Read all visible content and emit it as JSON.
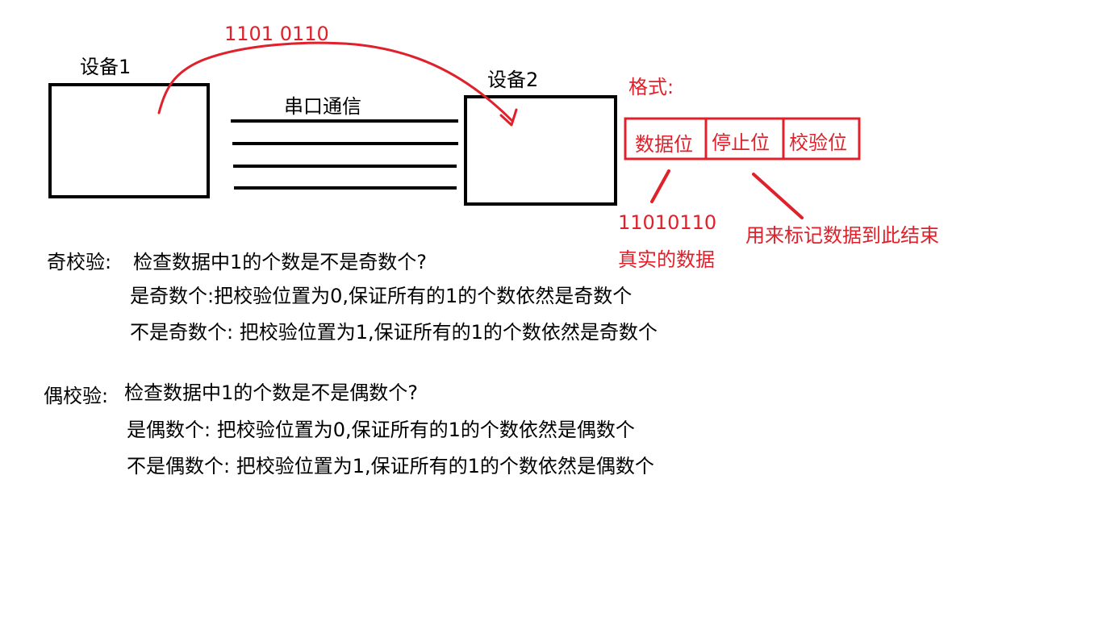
{
  "colors": {
    "ink": "#000000",
    "accent": "#e0202a",
    "background": "#ffffff"
  },
  "diagram": {
    "device1_label": "设备1",
    "device2_label": "设备2",
    "link_label": "串口通信",
    "transmitted_bits": "1101 0110"
  },
  "format": {
    "title": "格式:",
    "fields": [
      "数据位",
      "停止位",
      "校验位"
    ],
    "data_example_bits": "11010110",
    "data_example_note": "真实的数据",
    "stop_note": "用来标记数据到此结束"
  },
  "odd_parity": {
    "heading": "奇校验:",
    "question": "检查数据中1的个数是不是奇数个?",
    "case_yes": "是奇数个:把校验位置为0,保证所有的1的个数依然是奇数个",
    "case_no": "不是奇数个: 把校验位置为1,保证所有的1的个数依然是奇数个"
  },
  "even_parity": {
    "heading": "偶校验:",
    "question": "检查数据中1的个数是不是偶数个?",
    "case_yes": "是偶数个:  把校验位置为0,保证所有的1的个数依然是偶数个",
    "case_no": "不是偶数个:  把校验位置为1,保证所有的1的个数依然是偶数个"
  }
}
